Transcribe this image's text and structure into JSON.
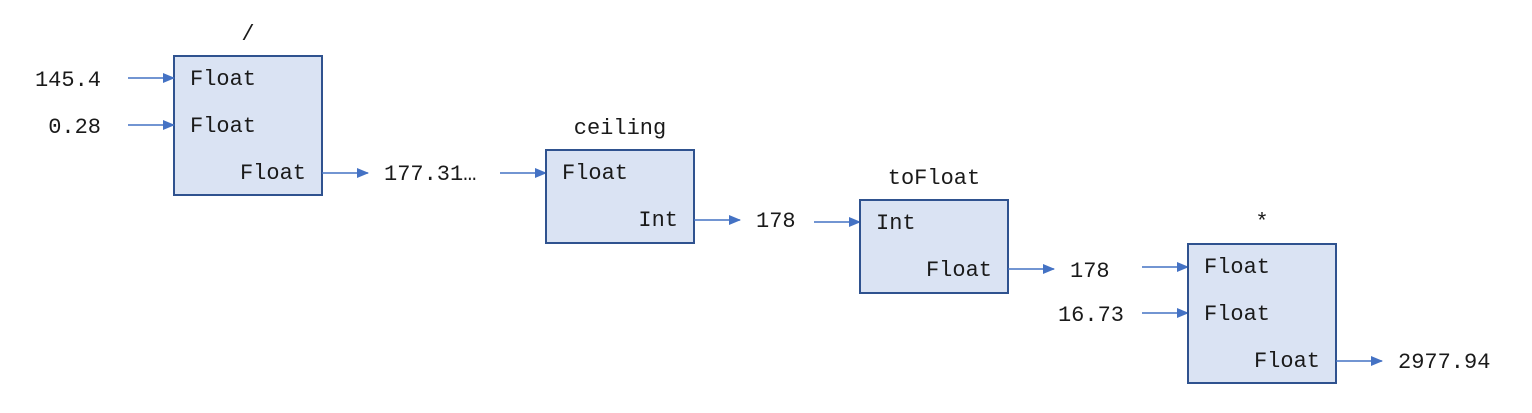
{
  "nodes": [
    {
      "name": "/",
      "inputs": [
        "Float",
        "Float"
      ],
      "output": "Float"
    },
    {
      "name": "ceiling",
      "inputs": [
        "Float"
      ],
      "output": "Int"
    },
    {
      "name": "toFloat",
      "inputs": [
        "Int"
      ],
      "output": "Float"
    },
    {
      "name": "*",
      "inputs": [
        "Float",
        "Float"
      ],
      "output": "Float"
    }
  ],
  "values": {
    "div_in_1": "145.4",
    "div_in_2": "0.28",
    "div_out": "177.31…",
    "ceiling_out": "178",
    "tofloat_out": "178",
    "mul_in_2": "16.73",
    "mul_out": "2977.94"
  },
  "colors": {
    "box_fill": "#dae3f3",
    "box_stroke": "#2f528f",
    "arrow": "#4472c4"
  }
}
